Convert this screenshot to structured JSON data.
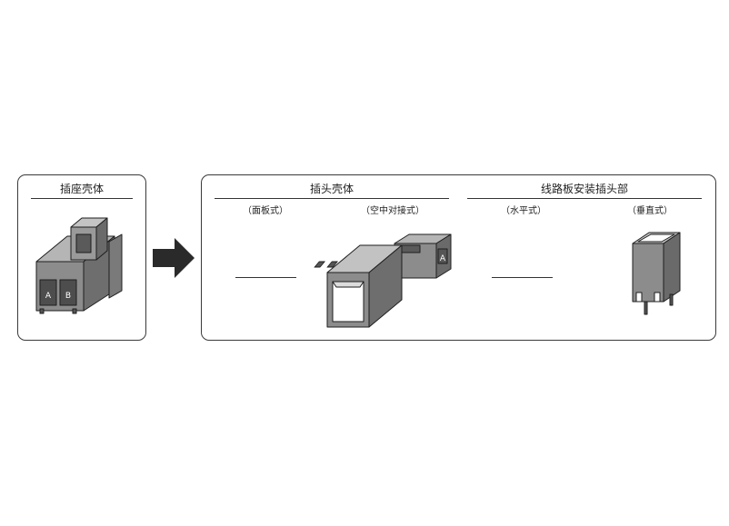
{
  "left_panel": {
    "title": "插座壳体"
  },
  "right_panel": {
    "groups": [
      {
        "title": "插头壳体",
        "options": [
          {
            "label": "（面板式）",
            "shown": false
          },
          {
            "label": "（空中对接式）",
            "shown": true
          }
        ]
      },
      {
        "title": "线路板安装插头部",
        "options": [
          {
            "label": "（水平式）",
            "shown": false
          },
          {
            "label": "（垂直式）",
            "shown": true
          }
        ]
      }
    ]
  },
  "connector_marks": {
    "receptacle_pin_a": "A",
    "receptacle_pin_b": "B",
    "plug_pin": "A"
  },
  "colors": {
    "body_gray": "#8c8c8c",
    "light_gray": "#b5b5b5",
    "dark_gray": "#5a5a5a",
    "outline": "#1e1e1e",
    "arrow": "#2a2a2a"
  }
}
